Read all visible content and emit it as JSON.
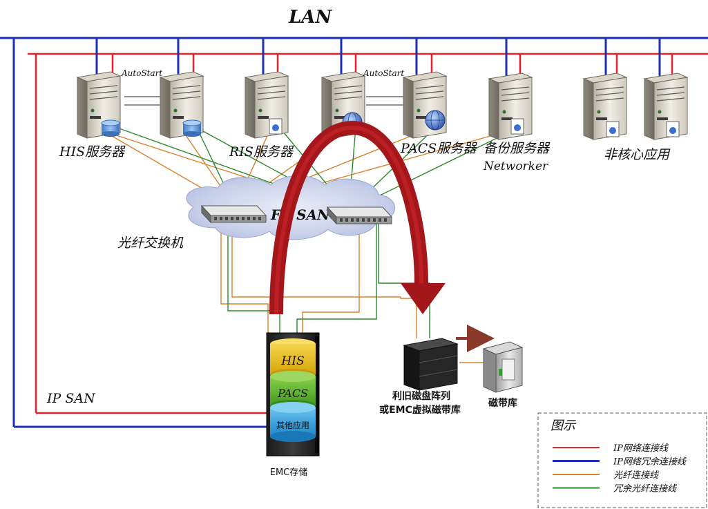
{
  "network": {
    "lan_label": "LAN",
    "ip_san_label": "IP SAN",
    "fc_san_label": "FC SAN",
    "fc_switch_label": "光纤交换机"
  },
  "servers": {
    "autostart_left": "AutoStart",
    "autostart_right": "AutoStart",
    "his": "HIS服务器",
    "ris": "RIS服务器",
    "pacs": "PACS服务器",
    "backup": "备份服务器",
    "backup_software": "Networker",
    "noncore": "非核心应用"
  },
  "storage": {
    "emc_label": "EMC存储",
    "layer_his": "HIS",
    "layer_pacs": "PACS",
    "layer_other": "其他应用",
    "old_array_line1": "利旧磁盘阵列",
    "old_array_line2": "或EMC虚拟磁带库",
    "tape_library": "磁带库"
  },
  "legend": {
    "title": "图示",
    "items": [
      {
        "label": "IP网络连接线",
        "color": "#e8202a"
      },
      {
        "label": "IP网络冗余连接线",
        "color": "#1f2fb5"
      },
      {
        "label": "光纤连接线",
        "color": "#d9822b"
      },
      {
        "label": "冗余光纤连接线",
        "color": "#2a8a2a"
      }
    ]
  },
  "colors": {
    "lan": "#1f2fb5",
    "ip": "#e8202a",
    "fiber": "#d9822b",
    "fiber_redundant": "#2a8a2a",
    "arc": "#a3161a"
  }
}
